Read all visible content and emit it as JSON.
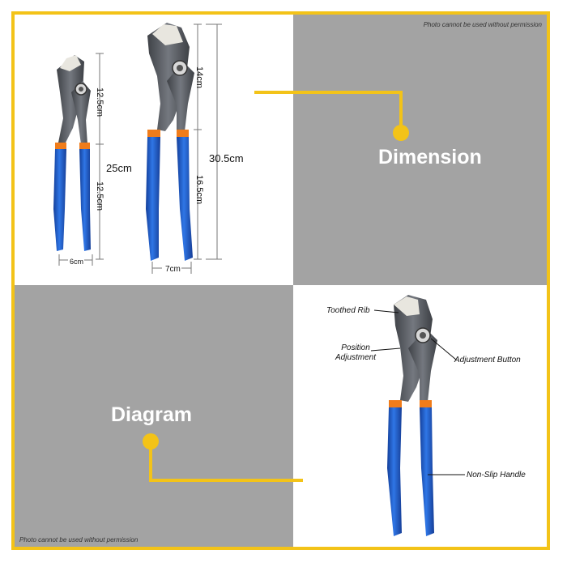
{
  "watermark_text": "Photo cannot be used without permission",
  "labels": {
    "dimension": "Dimension",
    "diagram": "Diagram"
  },
  "dimensions": {
    "small": {
      "overall": "25cm",
      "head": "12.5cm",
      "handle": "12.5cm",
      "width": "6cm"
    },
    "large": {
      "overall": "30.5cm",
      "head": "14cm",
      "handle": "16.5cm",
      "width": "7cm"
    }
  },
  "callouts": {
    "toothed_rib": "Toothed Rib",
    "position_adjustment_line1": "Position",
    "position_adjustment_line2": "Adjustment",
    "adjustment_button": "Adjustment Button",
    "non_slip_handle": "Non-Slip Handle"
  },
  "colors": {
    "frame": "#f3c318",
    "gray_panel": "#a3a3a3",
    "handle_blue": "#1f5fcf",
    "collar_orange": "#f07c1a",
    "metal": "#5a5d63"
  },
  "icons": [
    "water-pump-pliers-small",
    "water-pump-pliers-large",
    "water-pump-pliers-diagram"
  ]
}
